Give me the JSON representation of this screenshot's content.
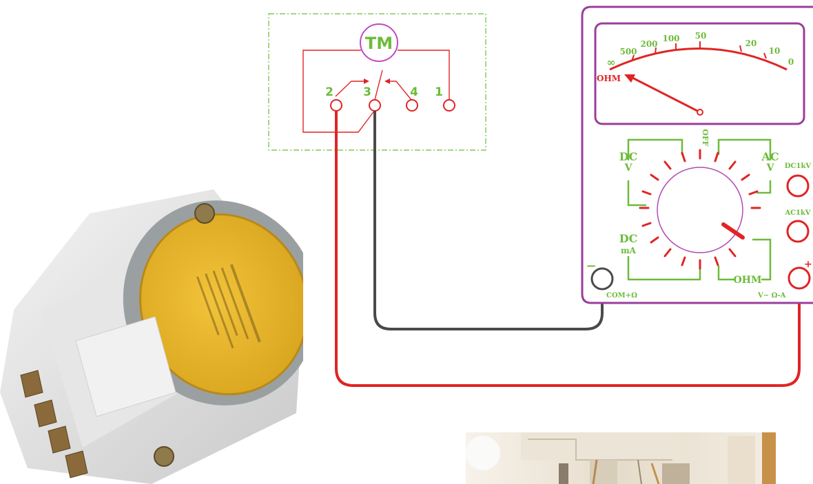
{
  "timer": {
    "label": "TM",
    "terminals": [
      "2",
      "3",
      "4",
      "1"
    ]
  },
  "multimeter": {
    "scale_labels": [
      "∞",
      "500",
      "200",
      "100",
      "50",
      "20",
      "10",
      "0"
    ],
    "ohm_scale_label": "OHM",
    "selector": {
      "off_label": "OFF",
      "dcv_label": "DC",
      "dcv_unit": "V",
      "acv_label": "AC",
      "acv_unit": "V",
      "dcma_label": "DC",
      "dcma_unit": "mA",
      "ohm_label": "OHM"
    },
    "jacks": {
      "dc_high_label": "DC1kV",
      "ac_high_label": "AC1kV",
      "com_symbol": "−",
      "com_label": "COM+Ω",
      "pos_symbol": "+",
      "pos_label": "V− Ω-A"
    }
  },
  "colors": {
    "timer_outline": "#6dbb3a",
    "circuit": "#e02424",
    "meter_frame": "#9b3d9b",
    "probe_red": "#e02424",
    "probe_black": "#4a4a4a",
    "label_green": "#6dbb3a"
  }
}
